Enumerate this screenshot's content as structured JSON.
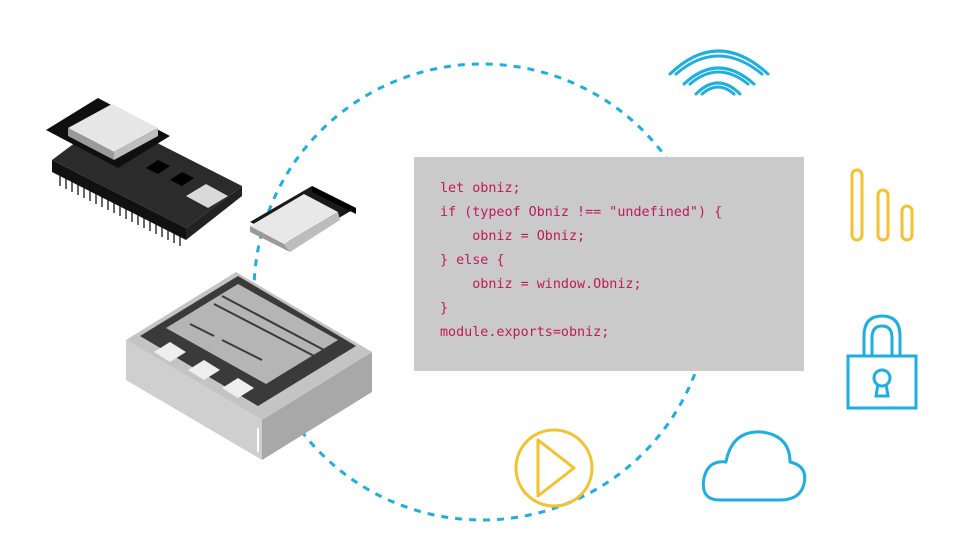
{
  "code": {
    "lines": [
      "let obniz;",
      "if (typeof Obniz !== \"undefined\") {",
      "    obniz = Obniz;",
      "} else {",
      "    obniz = window.Obniz;",
      "}",
      "module.exports=obniz;"
    ]
  },
  "colors": {
    "cyan": "#1eaee0",
    "yellow": "#f5c12e",
    "code_text": "#c2185b",
    "panel_bg": "#cacaca"
  },
  "icons": [
    "wifi-icon",
    "signal-bars-icon",
    "padlock-icon",
    "cloud-icon",
    "play-icon"
  ]
}
